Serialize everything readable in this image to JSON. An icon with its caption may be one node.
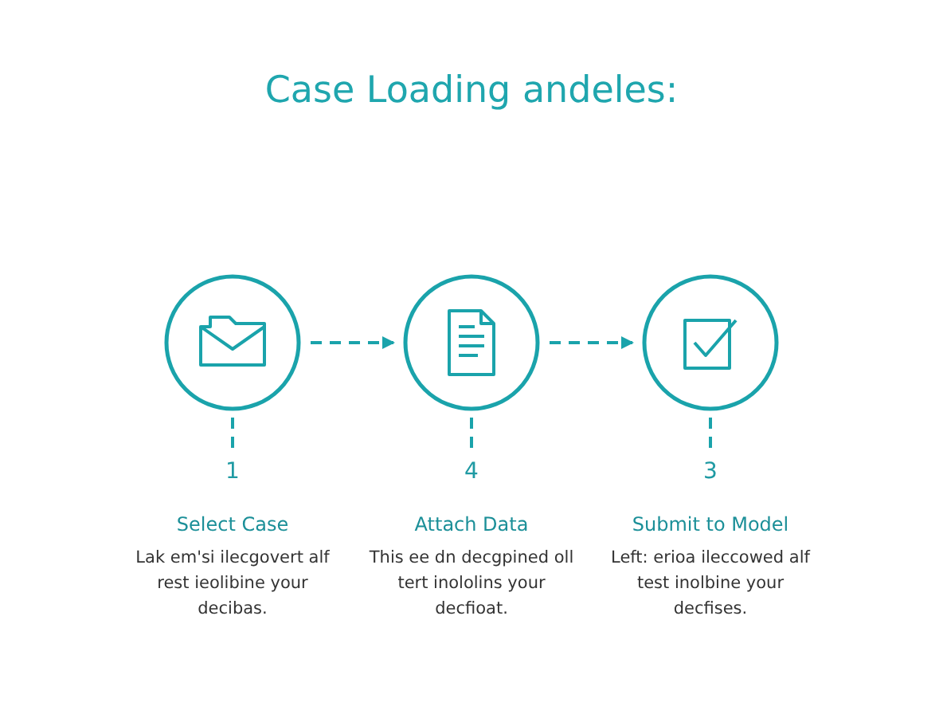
{
  "diagram": {
    "title": "Case Loading andeles:",
    "nodes": [
      {
        "text": [],
        "shape": "circle"
      },
      {
        "text": [],
        "shape": "circle"
      },
      {
        "text": [],
        "shape": "circle"
      },
      {
        "text": [
          "1"
        ],
        "beside": [
          "Select Case",
          "Lak em'si ilecgovert alf rest ieolibine your decibas."
        ]
      },
      {
        "text": [
          "4"
        ],
        "beside": [
          "Attach Data",
          "This ee dn decgpined oll tert inololins your decfioat."
        ]
      },
      {
        "text": [
          "3"
        ],
        "beside": [
          "Submit to Model",
          "Left: erioa ileccowed alf test inolbine your decfises."
        ]
      }
    ],
    "edges": [
      {
        "from": 0,
        "to": 1,
        "arrow": "to",
        "style": "dashed"
      },
      {
        "from": 1,
        "to": 2,
        "arrow": "to",
        "style": "dashed"
      },
      {
        "from": 0,
        "to": 3,
        "arrow": "none",
        "style": "dashed"
      },
      {
        "from": 1,
        "to": 4,
        "arrow": "none",
        "style": "dashed"
      },
      {
        "from": 2,
        "to": 5,
        "arrow": "none",
        "style": "dashed"
      }
    ]
  }
}
